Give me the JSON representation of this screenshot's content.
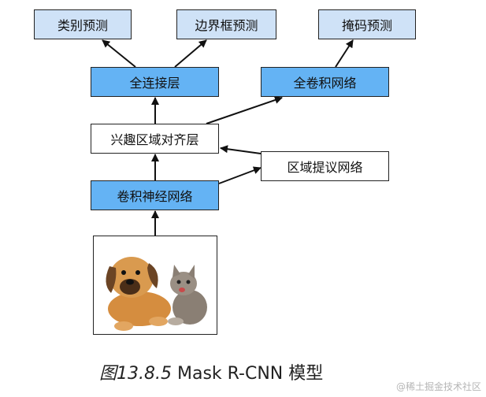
{
  "nodes": {
    "class_pred": "类别预测",
    "bbox_pred": "边界框预测",
    "mask_pred": "掩码预测",
    "fc": "全连接层",
    "fcn": "全卷积网络",
    "roi_align": "兴趣区域对齐层",
    "rpn": "区域提议网络",
    "cnn": "卷积神经网络"
  },
  "caption": {
    "figure": "图13.8.5",
    "title": "Mask R-CNN 模型"
  },
  "watermark": "@稀土掘金技术社区",
  "colors": {
    "light": "#cfe2f7",
    "blue": "#64b3f4",
    "border": "#222222"
  }
}
